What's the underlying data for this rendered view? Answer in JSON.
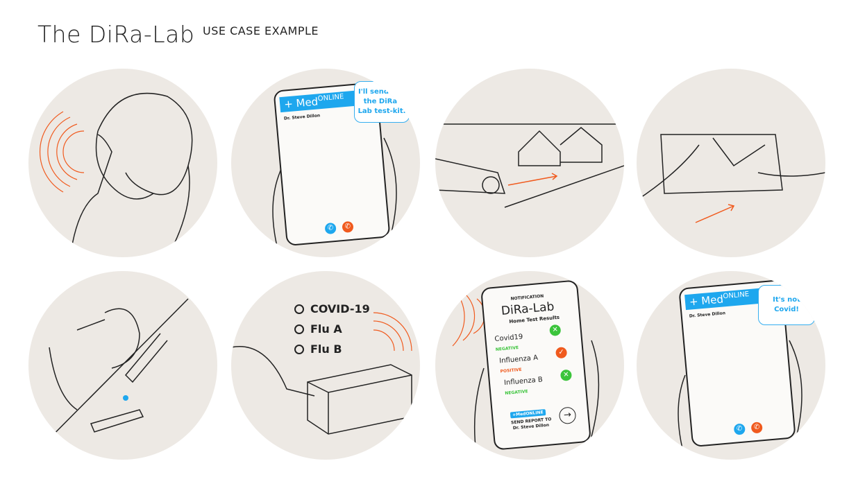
{
  "header": {
    "title": "The DiRa-Lab",
    "subtitle": "USE CASE EXAMPLE"
  },
  "colors": {
    "accent_blue": "#1ea7ee",
    "accent_orange": "#f05a1e",
    "positive_green": "#3bc43b",
    "circle_bg": "#ede9e4"
  },
  "step2": {
    "app_brand": "+ Med",
    "app_brand_sup": "ONLINE",
    "doctor": "Dr. Steve Dillon",
    "speech": "I'll send you the DiRa-Lab test-kit."
  },
  "step6": {
    "options": [
      "COVID-19",
      "Flu A",
      "Flu B"
    ]
  },
  "step7": {
    "notification": "NOTIFICATION",
    "app_title": "DiRa-Lab",
    "subtitle": "Home Test Results",
    "results": [
      {
        "name": "Covid19",
        "status": "NEGATIVE"
      },
      {
        "name": "Influenza A",
        "status": "POSITIVE"
      },
      {
        "name": "Influenza B",
        "status": "NEGATIVE"
      }
    ],
    "badge": "+MedONLINE",
    "send_label": "SEND REPORT TO",
    "send_to": "Dr. Steve Dillon"
  },
  "step8": {
    "app_brand": "+ Med",
    "app_brand_sup": "ONLINE",
    "doctor": "Dr. Steve Dillon",
    "speech": "It's not Covid!"
  }
}
